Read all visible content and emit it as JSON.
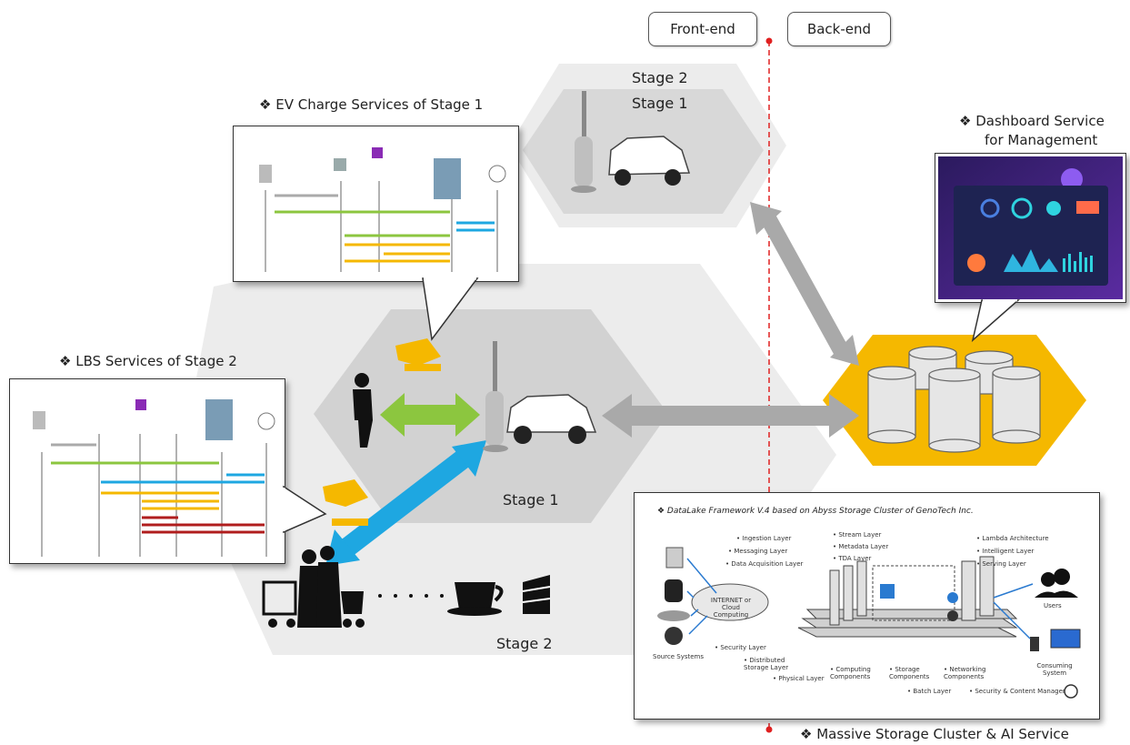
{
  "header": {
    "frontend_label": "Front-end",
    "backend_label": "Back-end"
  },
  "stages": {
    "top_stage2": "Stage 2",
    "top_stage1": "Stage 1",
    "center_stage1": "Stage 1",
    "bottom_stage2": "Stage 2"
  },
  "callouts": {
    "ev_charge": "❖ EV Charge Services of Stage 1",
    "lbs": "❖ LBS Services of Stage 2",
    "dashboard_line1": "❖ Dashboard Service",
    "dashboard_line2": "for Management",
    "storage": "❖ Massive Storage Cluster & AI Service"
  },
  "datalake": {
    "title": "❖ DataLake Framework V.4 based on Abyss Storage Cluster of GenoTech Inc.",
    "layers_left": [
      "• Ingestion Layer",
      "• Messaging Layer",
      "• Data Acquisition Layer"
    ],
    "layers_mid": [
      "• Stream Layer",
      "• Metadata Layer",
      "• TDA Layer"
    ],
    "layers_right": [
      "• Lambda Architecture",
      "• Intelligent Layer",
      "• Serving Layer"
    ],
    "cloud": "INTERNET or Cloud Computing",
    "source": "Source Systems",
    "users": "Users",
    "consuming": "Consuming System",
    "bottom_labels": [
      "• Security Layer",
      "• Distributed Storage Layer",
      "• Physical Layer",
      "• Computing Components",
      "• Storage Components",
      "• Networking Components",
      "• Batch Layer",
      "• Security & Content Manager"
    ]
  },
  "colors": {
    "hex_light": "#eeeeee",
    "hex_mid": "#d4d4d4",
    "hex_yellow": "#f5b800",
    "arrow_gray": "#a9a9a9",
    "arrow_green": "#8cc63f",
    "arrow_blue": "#1ea7e1",
    "divider_red": "#e02020"
  }
}
